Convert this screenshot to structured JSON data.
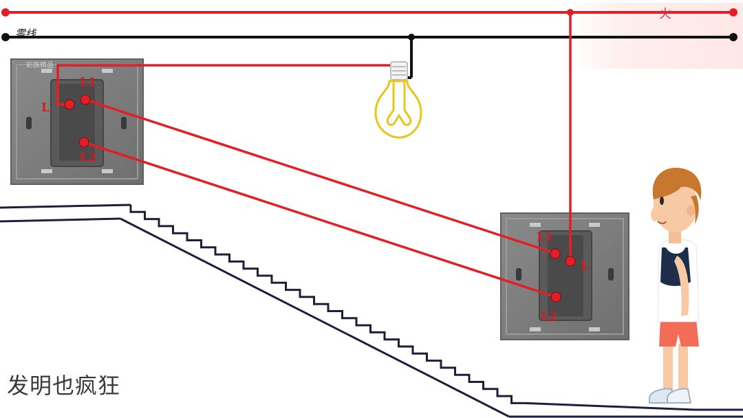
{
  "diagram": {
    "watermark": "发明也疯狂",
    "wire_labels": {
      "live": "火",
      "neutral": "零线"
    },
    "switch_left": {
      "brand": "彩族精品",
      "terminals": [
        "L",
        "L1",
        "L2"
      ]
    },
    "switch_right": {
      "terminals": [
        "L1",
        "L",
        "L2"
      ]
    },
    "colors": {
      "live_wire": "#e31e24",
      "neutral_wire": "#111111",
      "bulb": "#e6c619",
      "panel": "#7d7d7d",
      "stairs": "#1b1f3b"
    },
    "icons": [
      "light-bulb-icon",
      "boy-figure-icon",
      "switch-panel-icon",
      "staircase-icon"
    ]
  }
}
